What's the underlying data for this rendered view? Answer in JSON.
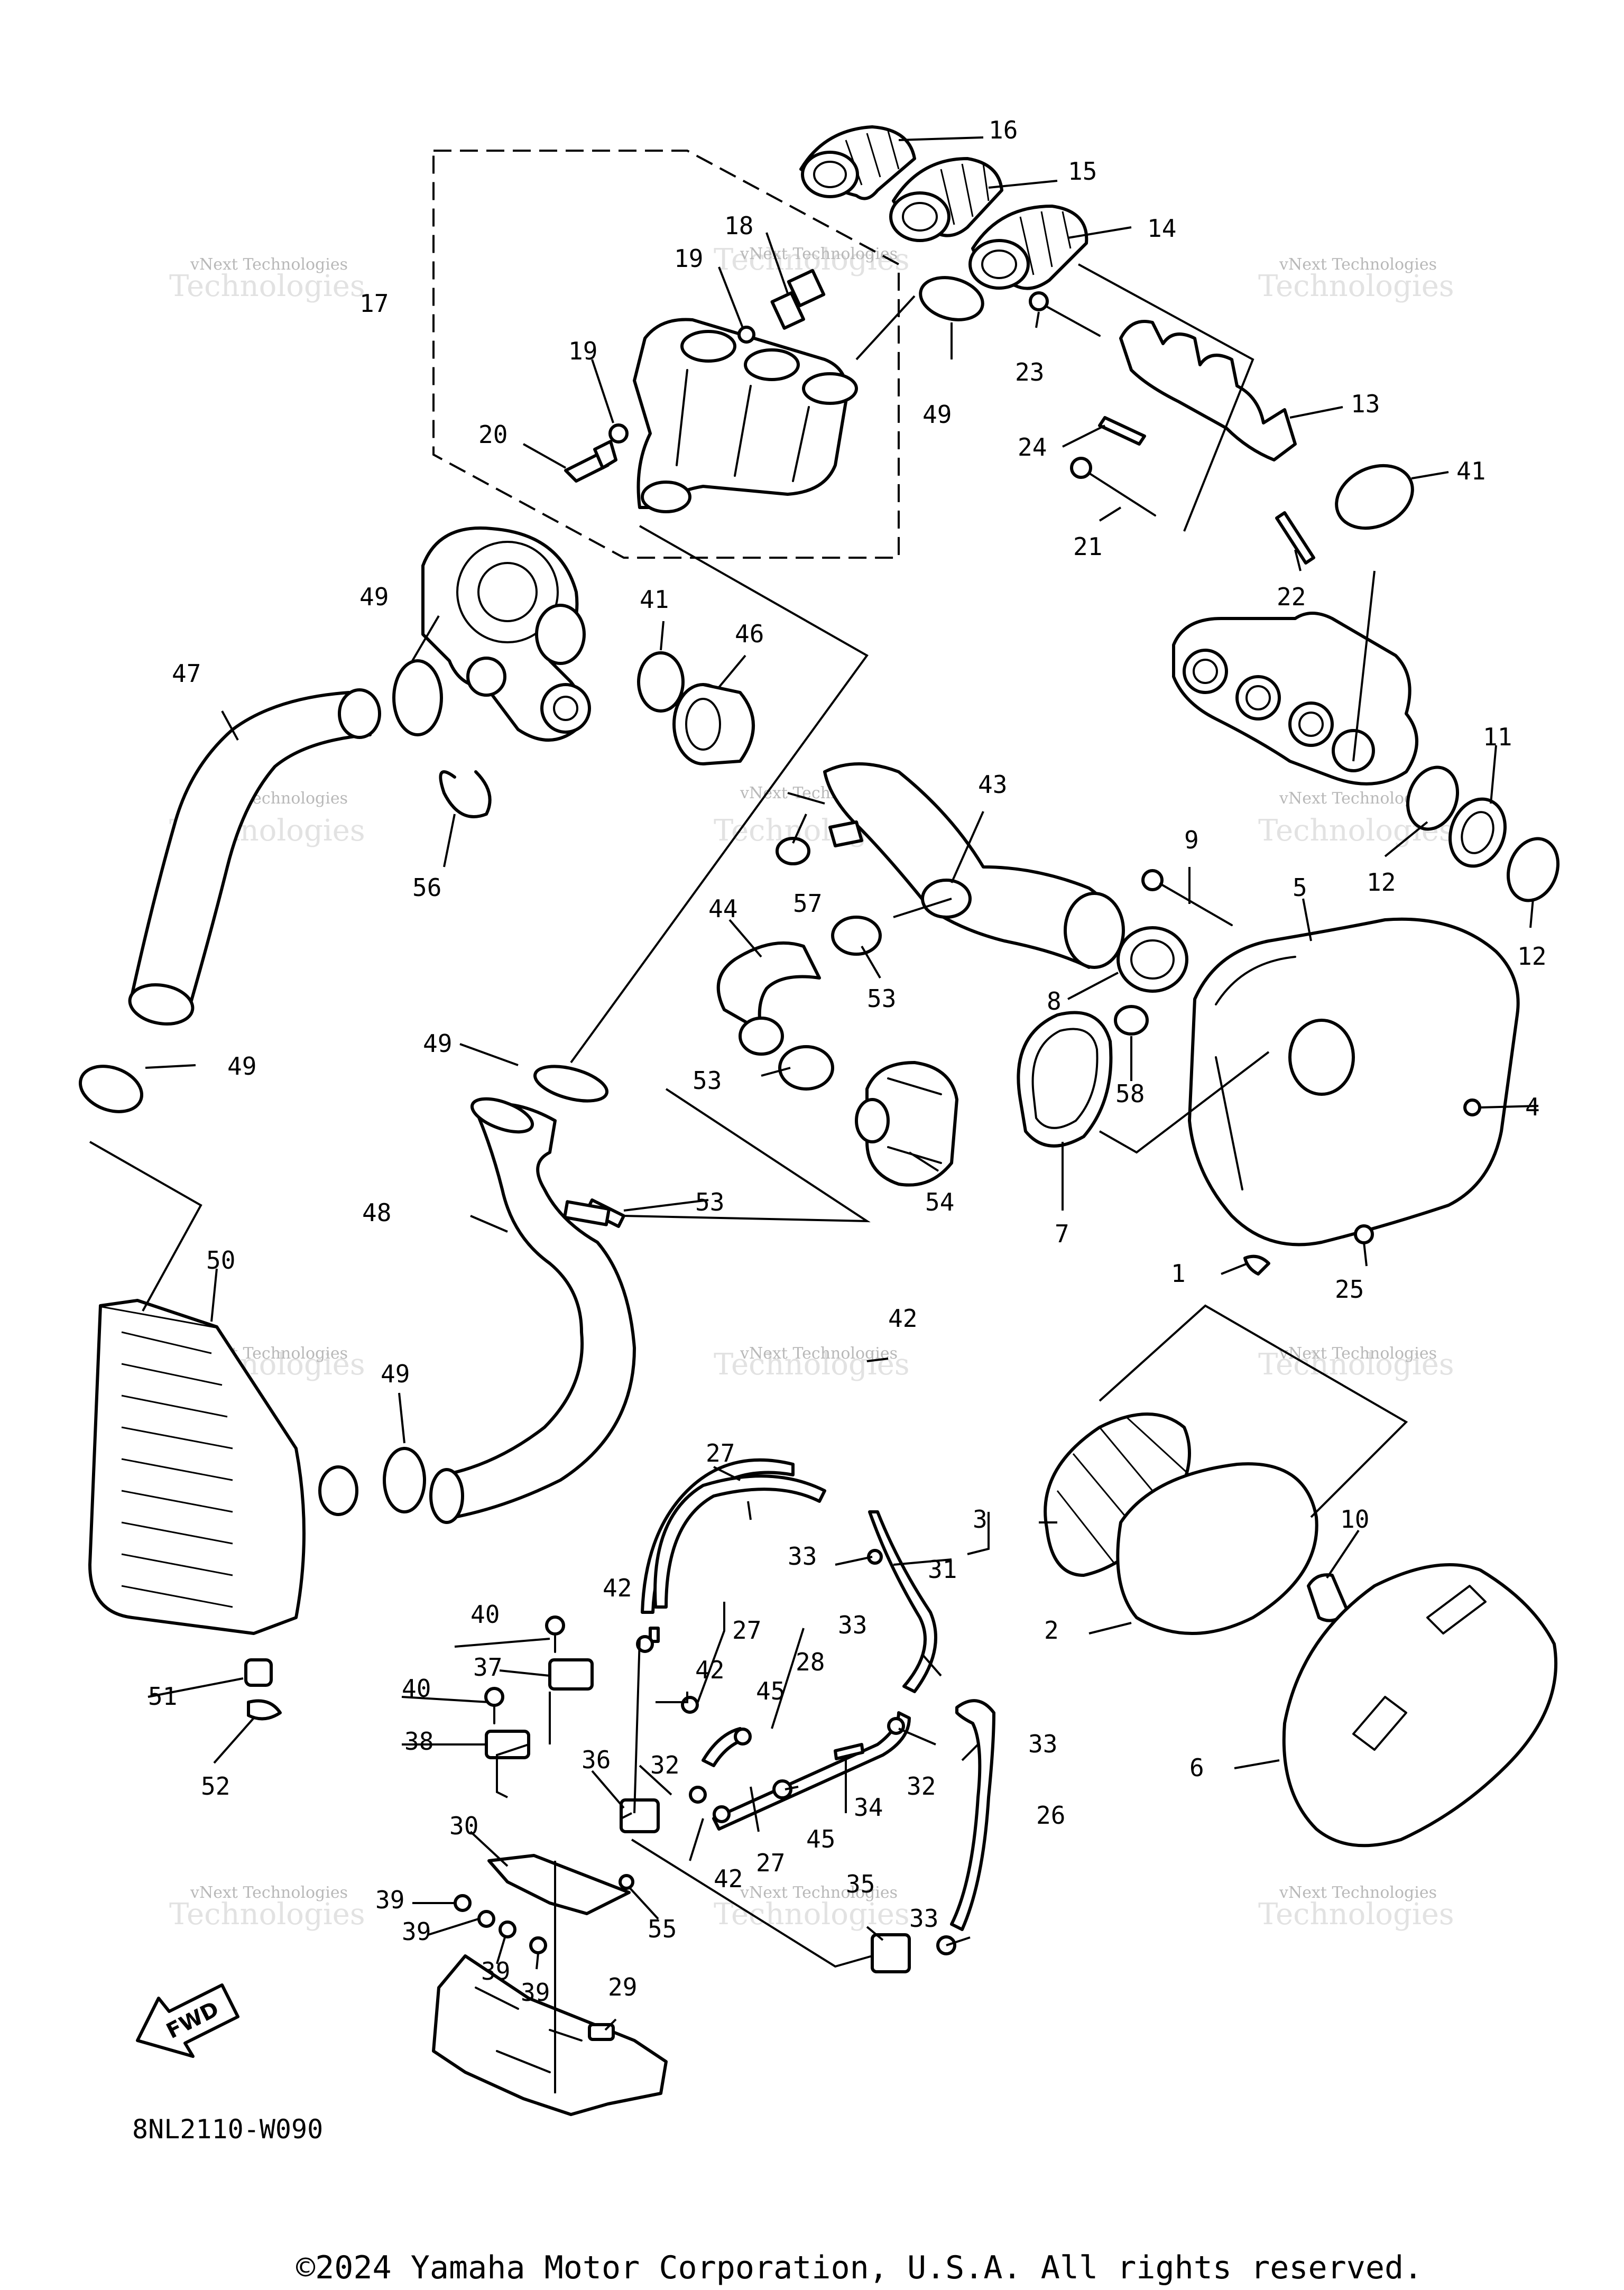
{
  "diagram_code": "8NL2110-W090",
  "direction_marker": "FWD",
  "copyright": "©2024 Yamaha Motor Corporation, U.S.A. All rights reserved.",
  "watermark": {
    "line1": "vNext Technologies",
    "line2": "Technologies"
  },
  "callouts": {
    "c1": "1",
    "c2": "2",
    "c3": "3",
    "c4": "4",
    "c5": "5",
    "c6": "6",
    "c7": "7",
    "c8": "8",
    "c9": "9",
    "c10": "10",
    "c11": "11",
    "c12": "12",
    "c13": "13",
    "c14": "14",
    "c15": "15",
    "c16": "16",
    "c17": "17",
    "c18": "18",
    "c19": "19",
    "c20": "20",
    "c21": "21",
    "c22": "22",
    "c23": "23",
    "c24": "24",
    "c25": "25",
    "c26": "26",
    "c27": "27",
    "c28": "28",
    "c29": "29",
    "c30": "30",
    "c31": "31",
    "c32": "32",
    "c33": "33",
    "c34": "34",
    "c35": "35",
    "c36": "36",
    "c37": "37",
    "c38": "38",
    "c39": "39",
    "c40": "40",
    "c41": "41",
    "c42": "42",
    "c43": "43",
    "c44": "44",
    "c45": "45",
    "c46": "46",
    "c47": "47",
    "c48": "48",
    "c49": "49",
    "c50": "50",
    "c51": "51",
    "c52": "52",
    "c53": "53",
    "c54": "54",
    "c55": "55",
    "c56": "56",
    "c57": "57",
    "c58": "58"
  }
}
